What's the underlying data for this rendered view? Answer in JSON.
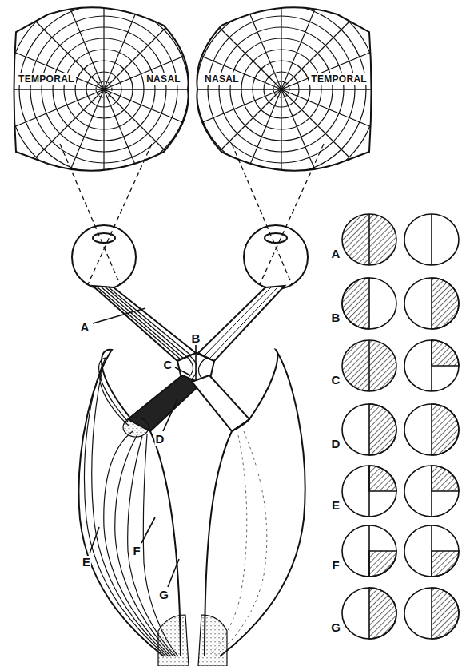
{
  "diagram": {
    "nodes": [
      {
        "text": [
          "TEMPORAL",
          "NASAL"
        ]
      },
      {
        "text": [
          "NASAL",
          "TEMPORAL"
        ]
      }
    ],
    "labels": [
      "A",
      "B",
      "C",
      "D",
      "E",
      "F",
      "G",
      "A",
      "B",
      "C",
      "D",
      "E",
      "F",
      "G"
    ]
  }
}
